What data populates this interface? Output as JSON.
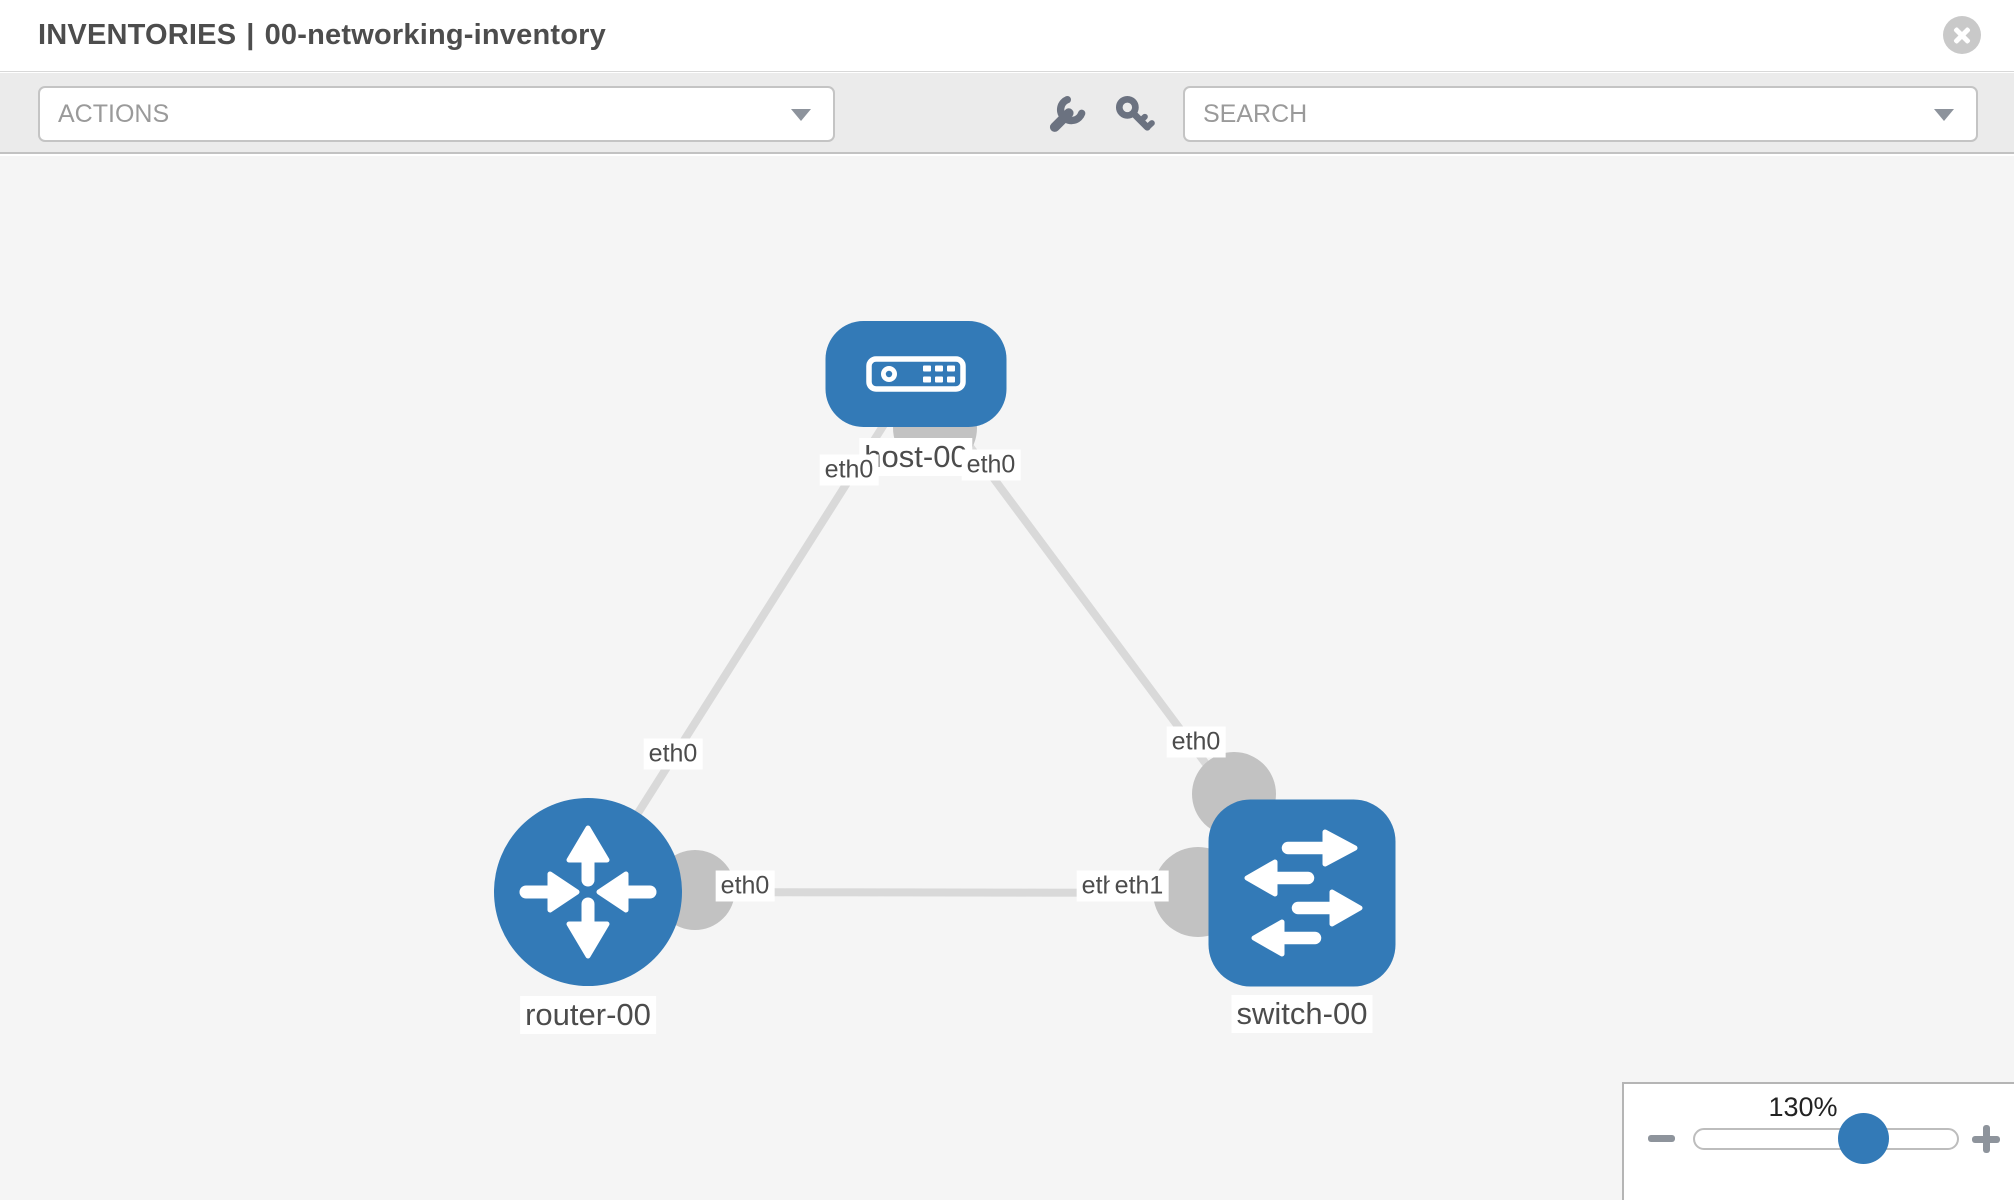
{
  "header": {
    "section": "INVENTORIES",
    "separator": "|",
    "inventory_name": "00-networking-inventory"
  },
  "toolbar": {
    "actions_label": "ACTIONS",
    "search_label": "SEARCH"
  },
  "icons": {
    "close": "close-icon",
    "wrench": "wrench-icon",
    "key": "key-icon",
    "actions_caret": "chevron-down-icon",
    "search_caret": "chevron-down-icon",
    "zoom_out": "minus-icon",
    "zoom_in": "plus-icon"
  },
  "topology": {
    "nodes": [
      {
        "id": "host-00",
        "type": "host",
        "label": "host-00"
      },
      {
        "id": "router-00",
        "type": "router",
        "label": "router-00"
      },
      {
        "id": "switch-00",
        "type": "switch",
        "label": "switch-00"
      }
    ],
    "links": [
      {
        "from": "host-00",
        "to": "router-00",
        "from_iface": "eth0",
        "to_iface": "eth0"
      },
      {
        "from": "host-00",
        "to": "switch-00",
        "from_iface": "eth0",
        "to_iface": "eth0"
      },
      {
        "from": "router-00",
        "to": "switch-00",
        "from_iface": "eth0",
        "to_iface": "eth1",
        "to_iface_overlapped": "eth0"
      }
    ]
  },
  "zoom_control": {
    "level": "130%"
  },
  "colors": {
    "node_blue": "#337ab7",
    "link_gray": "#d9d9d9",
    "port_gray": "#c2c2c2",
    "canvas_bg": "#f5f5f5",
    "toolbar_bg": "#ebebeb"
  }
}
